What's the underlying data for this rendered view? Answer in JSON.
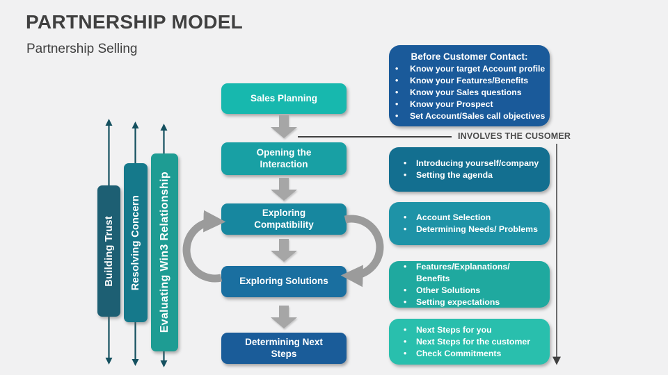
{
  "slide": {
    "title": "PARTNERSHIP MODEL",
    "subtitle": "Partnership Selling",
    "background_color": "#F1F1F2",
    "title_color": "#404040"
  },
  "flow": {
    "steps": [
      {
        "label": "Sales Planning",
        "color": "#17B8AE"
      },
      {
        "label": "Opening the Interaction",
        "color": "#18A0A4"
      },
      {
        "label": "Exploring Compatibility",
        "color": "#17879F"
      },
      {
        "label": "Exploring Solutions",
        "color": "#1A6FA0"
      },
      {
        "label": "Determining Next Steps",
        "color": "#1A5C99"
      }
    ],
    "arrow_color": "#A6A6A6",
    "loop_arrow_color": "#9B9B9B"
  },
  "pillars": [
    {
      "label": "Building Trust",
      "color": "#1D5F73"
    },
    {
      "label": "Resolving Concern",
      "color": "#15798B"
    },
    {
      "label": "Evaluating Win3 Relationship",
      "color": "#1E9C93"
    }
  ],
  "pillar_arrow_color": "#14505F",
  "annotations": {
    "involves_label": "INVOLVES THE CUSOMER",
    "line_color": "#3F3F3F"
  },
  "info_boxes": [
    {
      "title": "Before Customer Contact:",
      "color": "#1A5A9A",
      "bullets": [
        "Know your target Account profile",
        "Know your Features/Benefits",
        "Know your Sales questions",
        "Know your Prospect",
        "Set Account/Sales call objectives"
      ]
    },
    {
      "color": "#136F90",
      "bullets": [
        "Introducing yourself/company",
        "Setting the agenda"
      ]
    },
    {
      "color": "#1E93A7",
      "bullets": [
        "Account Selection",
        "Determining Needs/ Problems"
      ]
    },
    {
      "color": "#1FA99F",
      "bullets": [
        "Features/Explanations/ Benefits",
        "Other Solutions",
        "Setting expectations"
      ]
    },
    {
      "color": "#29BFAD",
      "bullets": [
        "Next Steps for you",
        "Next Steps for the customer",
        "Check Commitments"
      ]
    }
  ]
}
